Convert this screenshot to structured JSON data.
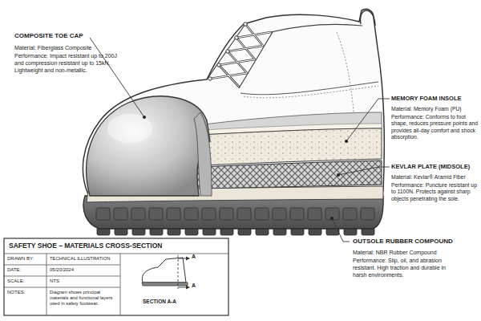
{
  "diagram": {
    "title": "SAFETY SHOE – MATERIALS CROSS-SECTION",
    "labels": [
      "COMPOSITE TOE CAP",
      "Material: Fiberglass Composite",
      "Performance: Impact resistant up to 200J and compression resistant up to 15kN. Lightweight and non-metallic.",
      "MEMORY FOAM INSOLE",
      "Material: Memory Foam (PU)",
      "Performance: Conforms to foot shape, reduces pressure points and provides all-day comfort and shock absorption.",
      "KEVLAR PLATE (MIDSOLE)",
      "Material: Kevlar® Aramid Fiber",
      "Performance: Puncture resistant up to 1100N. Protects against sharp objects penetrating the sole.",
      "OUTSOLE RUBBER COMPOUND",
      "Material: NBR Rubber Compound",
      "Performance: Slip, oil, and abrasion resistant. High traction and durable in harsh environments.",
      "DRAWN BY:",
      "TECHNICAL ILLUSTRATION",
      "DATE:",
      "05/20/2024",
      "SCALE:",
      "NTS",
      "NOTES:",
      "Diagram shows principal materials and functional layers used in safety footwear.",
      "A",
      "A",
      "SECTION A-A"
    ]
  }
}
